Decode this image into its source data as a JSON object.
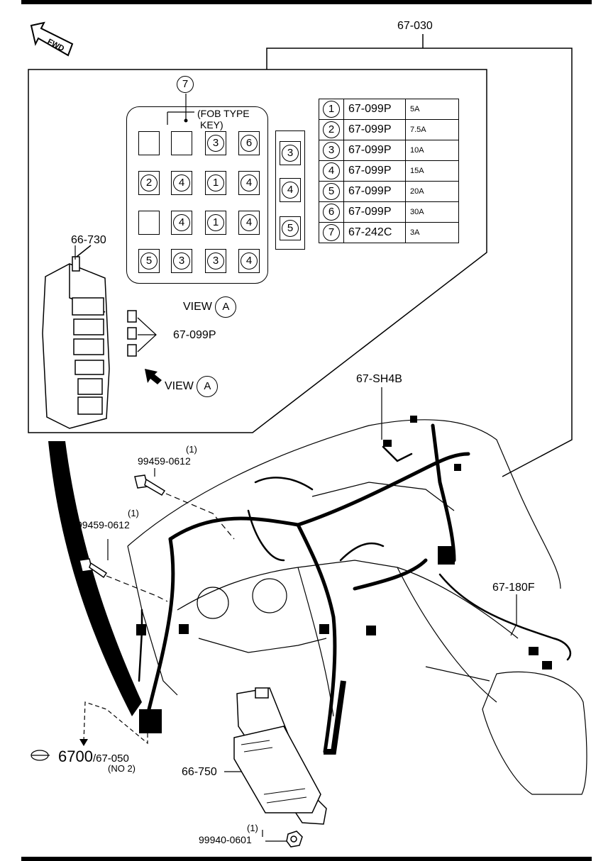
{
  "labels": {
    "main_harness": "67-030",
    "fwd": "FWD",
    "fob_type_key_1": "(FOB TYPE",
    "fob_type_key_2": "KEY)",
    "fob_num": "7",
    "fuse_box": "66-730",
    "fuse_part": "67-099P",
    "view_a_1": "VIEW",
    "view_a_2": "VIEW",
    "view_letter": "A",
    "sh4b": "67-SH4B",
    "bolt1_qty": "(1)",
    "bolt1": "99459-0612",
    "bolt2_qty": "(1)",
    "bolt2": "99459-0612",
    "harness_180f": "67-180F",
    "ref_6700": "6700",
    "ref_67050": "/67-050",
    "ref_no2": "(NO 2)",
    "module": "66-750",
    "nut_qty": "(1)",
    "nut": "99940-0601"
  },
  "fuse_table": [
    {
      "num": "1",
      "part": "67-099P",
      "amp": "5A"
    },
    {
      "num": "2",
      "part": "67-099P",
      "amp": "7.5A"
    },
    {
      "num": "3",
      "part": "67-099P",
      "amp": "10A"
    },
    {
      "num": "4",
      "part": "67-099P",
      "amp": "15A"
    },
    {
      "num": "5",
      "part": "67-099P",
      "amp": "20A"
    },
    {
      "num": "6",
      "part": "67-099P",
      "amp": "30A"
    },
    {
      "num": "7",
      "part": "67-242C",
      "amp": "3A"
    }
  ],
  "fuse_grid": [
    [
      "",
      "",
      "3",
      "6"
    ],
    [
      "2",
      "4",
      "1",
      "4"
    ],
    [
      "",
      "4",
      "1",
      "4"
    ],
    [
      "5",
      "3",
      "3",
      "4"
    ]
  ],
  "side_grid": [
    "3",
    "4",
    "5"
  ]
}
